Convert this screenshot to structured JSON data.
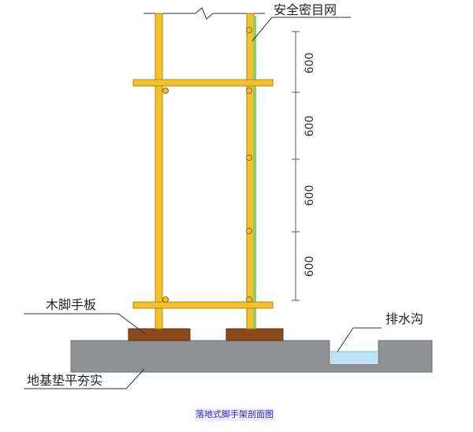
{
  "labels": {
    "safety_net": "安全密目网",
    "wood_board": "木脚手板",
    "drain": "排水沟",
    "foundation": "地基垫平夯实"
  },
  "dimensions": [
    "600",
    "600",
    "600",
    "600"
  ],
  "caption": "落地式脚手架剖面图",
  "colors": {
    "scaffold_tube": "#f2c12e",
    "tube_outline": "#b8860b",
    "safety_net": "#8ccf6a",
    "wood_board": "#8a4a1c",
    "ground": "#8f9295",
    "ground_dark": "#6f7275",
    "water": "#bfe3f6",
    "caption_text": "#2b2bd6"
  }
}
